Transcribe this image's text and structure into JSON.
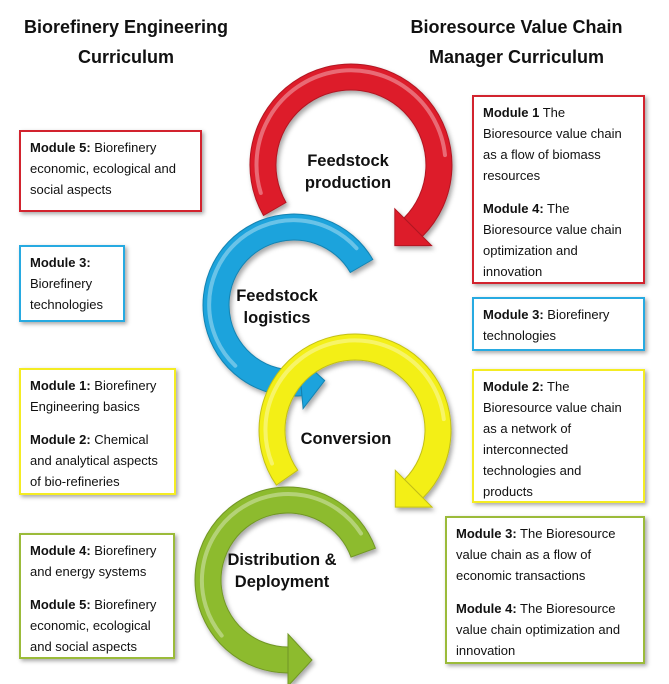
{
  "headers": {
    "left": [
      "Biorefinery Engineering",
      "Curriculum"
    ],
    "right": [
      "Bioresource Value Chain",
      "Manager Curriculum"
    ]
  },
  "stages": [
    {
      "name": "Feedstock production",
      "lines": [
        "Feedstock",
        "production"
      ],
      "color": "#dd1c2a"
    },
    {
      "name": "Feedstock logistics",
      "lines": [
        "Feedstock",
        "logistics"
      ],
      "color": "#1aa3dc"
    },
    {
      "name": "Conversion",
      "lines": [
        "Conversion"
      ],
      "color": "#f3ef18"
    },
    {
      "name": "Distribution & Deployment",
      "lines": [
        "Distribution &",
        "Deployment"
      ],
      "color": "#8dbb2e"
    }
  ],
  "left_boxes": [
    {
      "color": "#d2232e",
      "modules": [
        {
          "id": "Module 5:",
          "text": " Biorefinery economic, ecological and social aspects"
        }
      ]
    },
    {
      "color": "#27aae1",
      "modules": [
        {
          "id": "Module 3:",
          "text": " Biorefinery technologies"
        }
      ]
    },
    {
      "color": "#f4ec23",
      "modules": [
        {
          "id": "Module 1:",
          "text": " Biorefinery Engineering basics"
        },
        {
          "id": "Module 2:",
          "text": "  Chemical and analytical aspects of bio-refineries"
        }
      ]
    },
    {
      "color": "#9bbb3a",
      "modules": [
        {
          "id": "Module 4:",
          "text": " Biorefinery and energy systems"
        },
        {
          "id": "Module 5:",
          "text": " Biorefinery economic, ecological and social aspects"
        }
      ]
    }
  ],
  "right_boxes": [
    {
      "color": "#d2232e",
      "modules": [
        {
          "id": "Module 1",
          "text": " The Bioresource value chain as a flow of biomass resources"
        },
        {
          "id": "Module 4:",
          "text": " The Bioresource value chain optimization and innovation"
        }
      ]
    },
    {
      "color": "#27aae1",
      "modules": [
        {
          "id": "Module 3:",
          "text": " Biorefinery technologies"
        }
      ]
    },
    {
      "color": "#f4ec23",
      "modules": [
        {
          "id": "Module 2:",
          "text": " The Bioresource value chain as a network of interconnected technologies and products"
        }
      ]
    },
    {
      "color": "#9bbb3a",
      "modules": [
        {
          "id": "Module 3:",
          "text": " The Bioresource value chain as a flow of economic transactions"
        },
        {
          "id": "Module 4:",
          "text": " The Bioresource value chain optimization and innovation"
        }
      ]
    }
  ]
}
